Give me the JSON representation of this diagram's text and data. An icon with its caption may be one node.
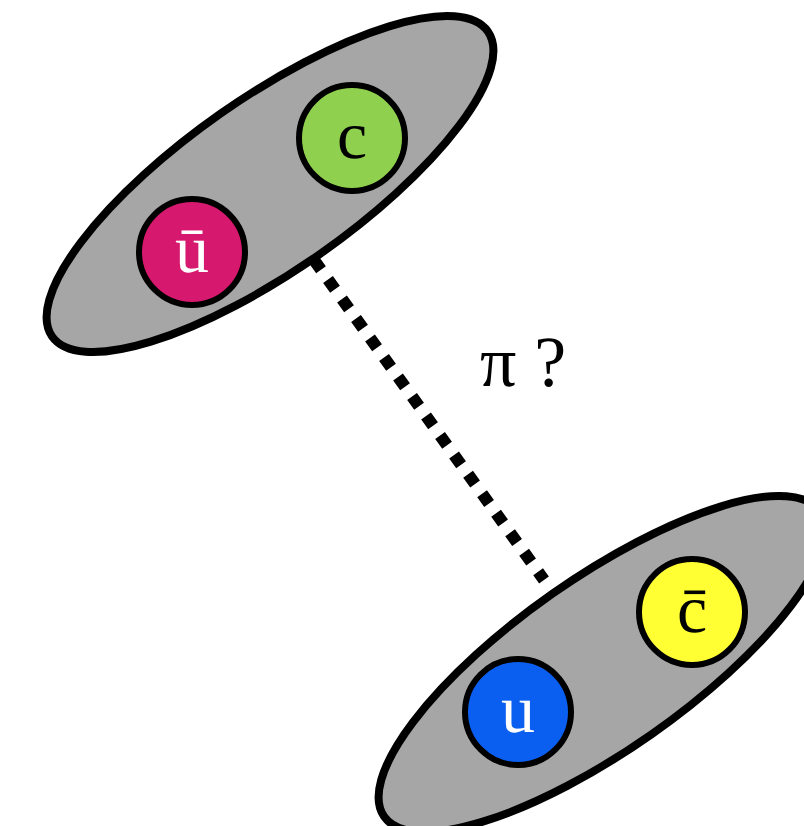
{
  "diagram": {
    "nodes": [
      {
        "text": [],
        "shape": "ellipse"
      },
      {
        "text": [
          "c"
        ],
        "in": 0
      },
      {
        "text": [
          "ū"
        ],
        "in": 0
      },
      {
        "text": [],
        "shape": "ellipse"
      },
      {
        "text": [
          "c̄"
        ],
        "in": 3
      },
      {
        "text": [
          "u"
        ],
        "in": 3
      }
    ],
    "edges": [
      {
        "from": 0,
        "to": 3,
        "arrow": "none",
        "label": "π ?",
        "style": "dashed"
      }
    ]
  }
}
